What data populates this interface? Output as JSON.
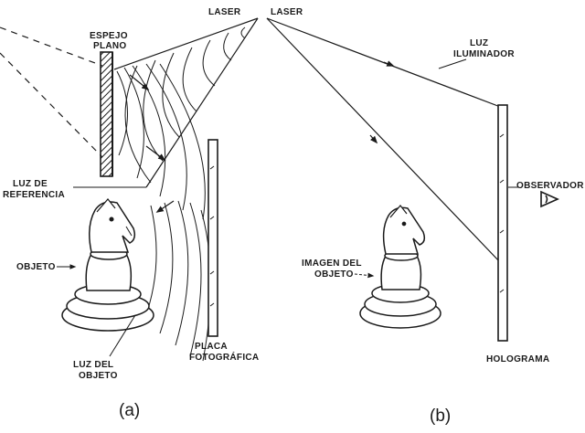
{
  "panel_a": {
    "laser": "LASER",
    "mirror_line1": "ESPEJO",
    "mirror_line2": "PLANO",
    "reference_line1": "LUZ DE",
    "reference_line2": "REFERENCIA",
    "object": "OBJETO",
    "object_light_line1": "LUZ DEL",
    "object_light_line2": "OBJETO",
    "plate_line1": "PLACA",
    "plate_line2": "FOTOGRÁFICA",
    "caption": "(a)"
  },
  "panel_b": {
    "laser": "LASER",
    "illum_line1": "LUZ",
    "illum_line2": "ILUMINADOR",
    "observer": "OBSERVADOR",
    "image_line1": "IMAGEN DEL",
    "image_line2": "OBJETO",
    "hologram": "HOLOGRAMA",
    "caption": "(b)"
  }
}
